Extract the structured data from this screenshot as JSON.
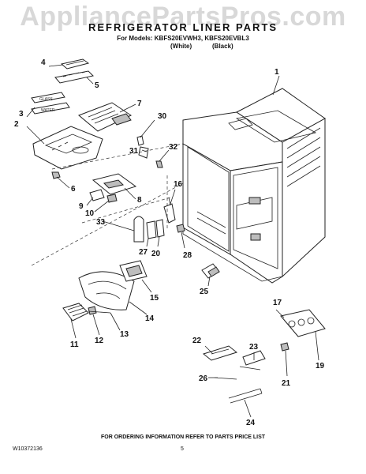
{
  "watermark": "AppliancePartsPros.com",
  "header": {
    "title": "REFRIGERATOR LINER PARTS",
    "subtitle": "For Models: KBFS20EVWH3, KBFS20EVBL3",
    "variants": [
      "(White)",
      "(Black)"
    ]
  },
  "callouts": [
    "1",
    "2",
    "3",
    "4",
    "5",
    "6",
    "7",
    "8",
    "9",
    "10",
    "11",
    "12",
    "13",
    "14",
    "15",
    "16",
    "17",
    "19",
    "20",
    "21",
    "22",
    "23",
    "24",
    "25",
    "26",
    "27",
    "28",
    "30",
    "31",
    "32",
    "33"
  ],
  "part_tags": [
    "GLASS",
    "WATER"
  ],
  "footer": {
    "note": "FOR ORDERING INFORMATION REFER TO PARTS PRICE LIST",
    "doc_number": "W10372136",
    "page_number": "5"
  }
}
